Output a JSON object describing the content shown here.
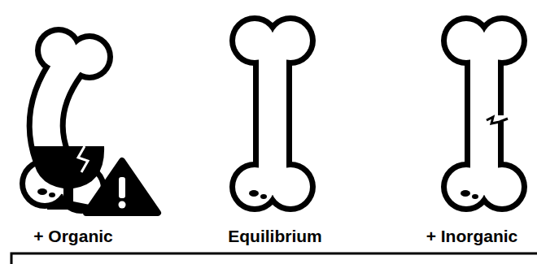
{
  "diagram": {
    "labels": [
      "+ Organic",
      "Equilibrium",
      "+ Inorganic"
    ]
  }
}
